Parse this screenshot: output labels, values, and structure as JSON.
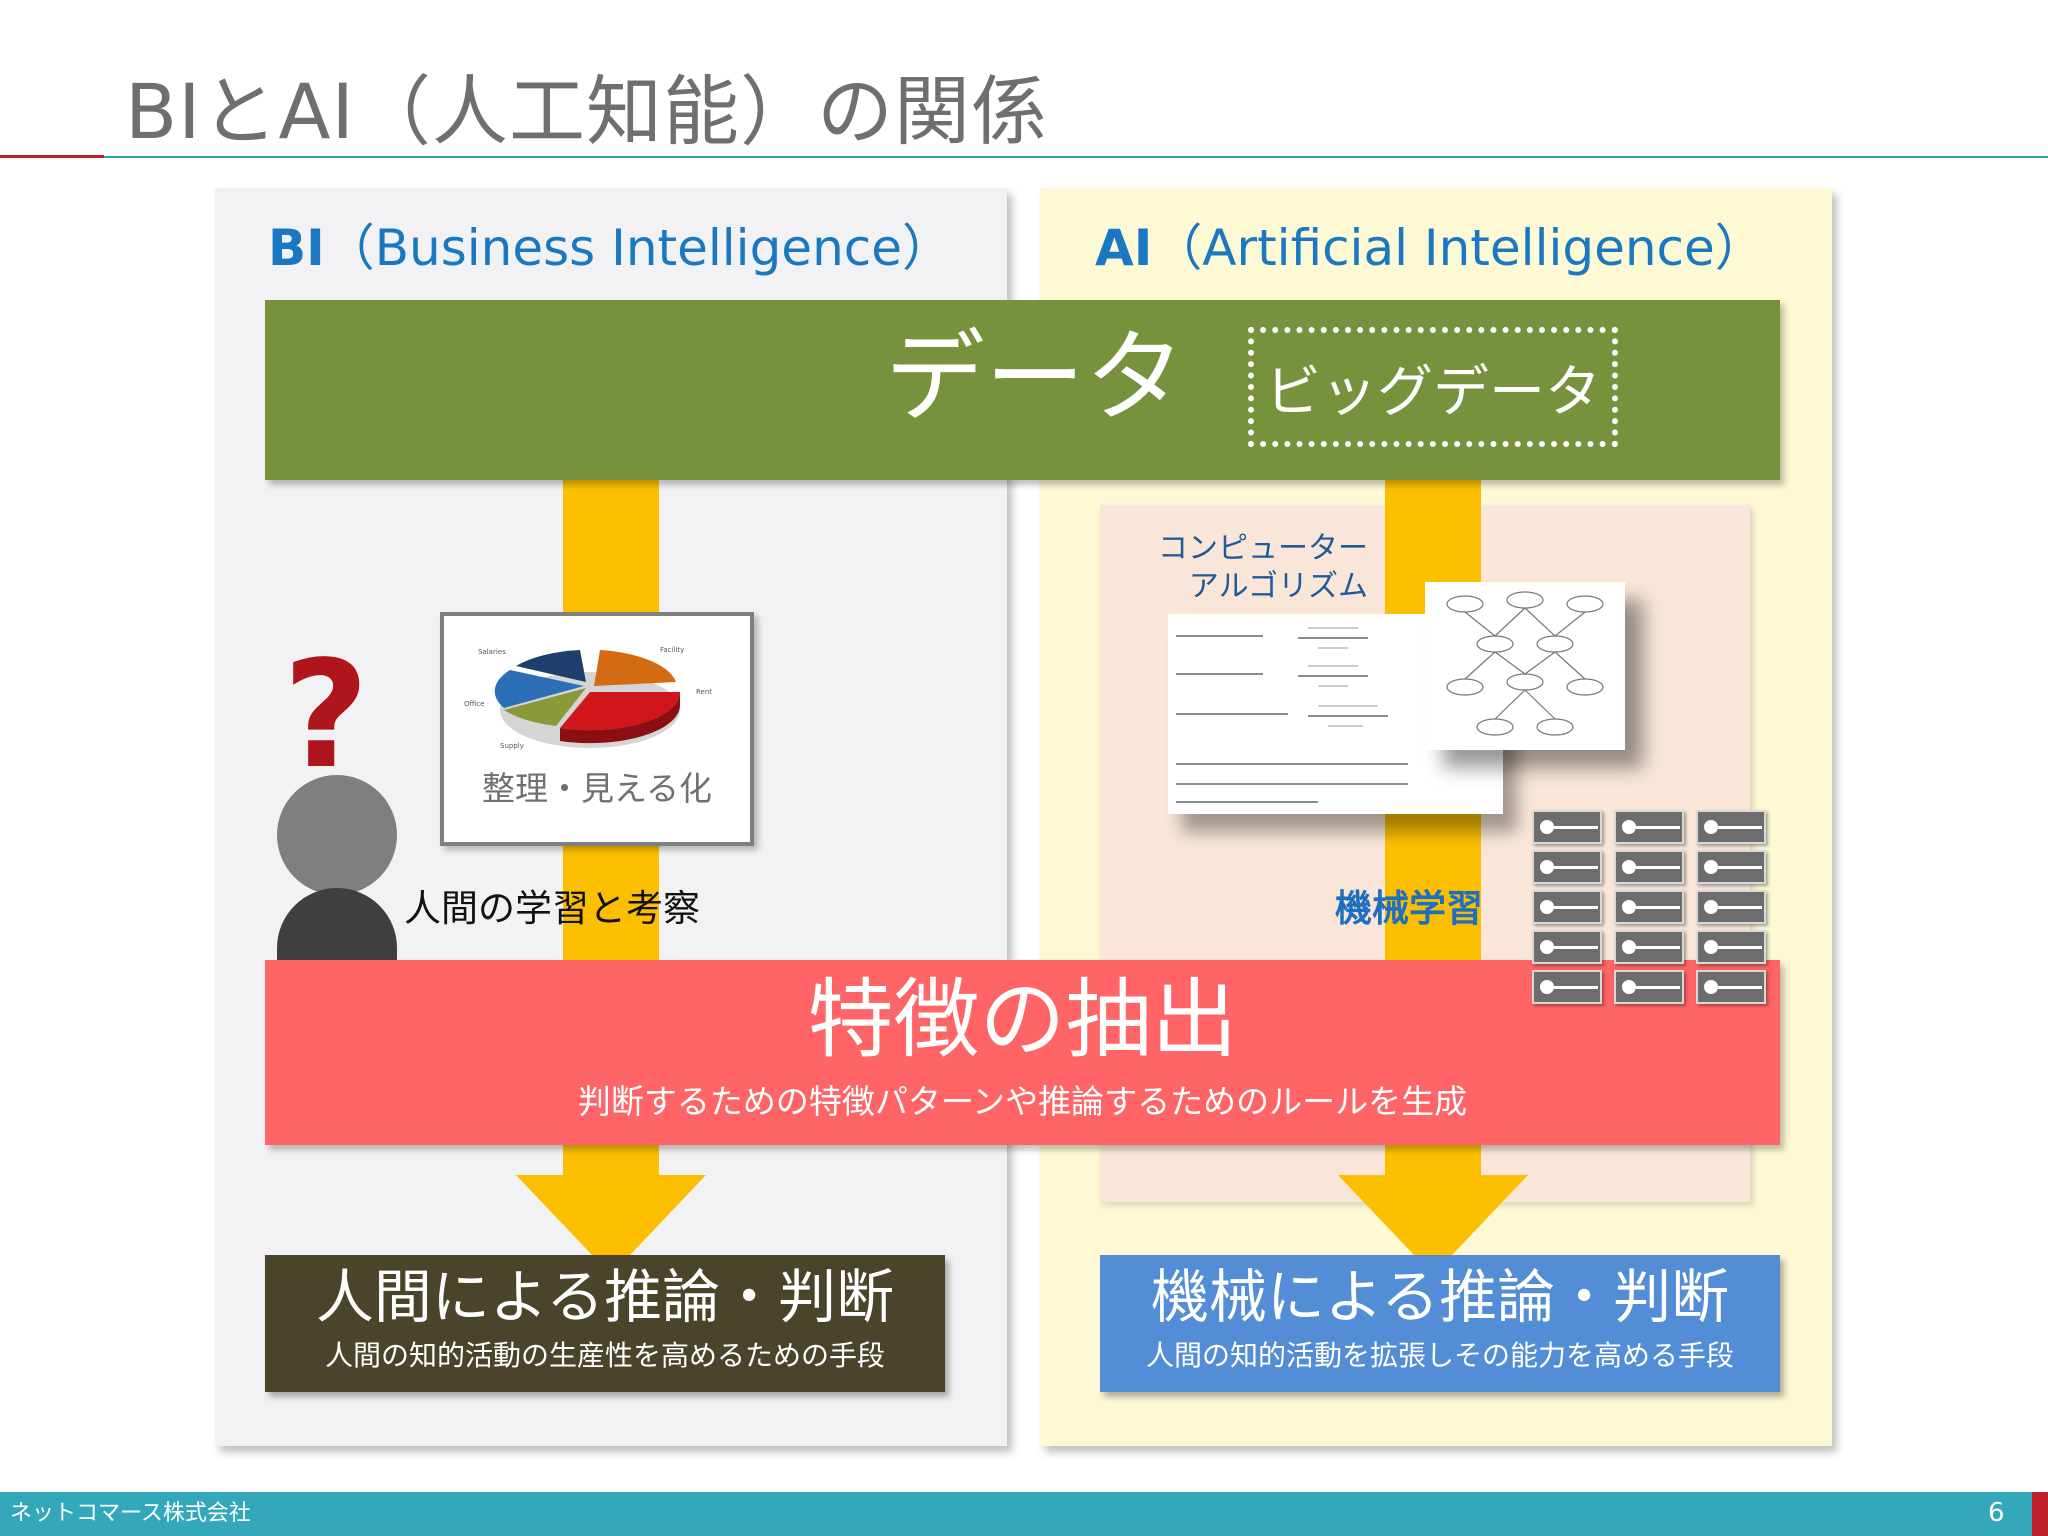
{
  "slide": {
    "title": "BIとAI（人工知能）の関係",
    "page_number": "6",
    "company": "ネットコマース株式会社"
  },
  "bi_panel": {
    "abbr": "BI",
    "full_name": "（Business Intelligence）"
  },
  "ai_panel": {
    "abbr": "AI",
    "full_name": "（Artificial Intelligence）"
  },
  "data_band": {
    "label": "データ",
    "big_data_label": "ビッグデータ"
  },
  "bi_flow": {
    "chart_caption": "整理・見える化",
    "human_learning": "人間の学習と考察",
    "question_mark": "?"
  },
  "ai_flow": {
    "algorithm_label_line1": "コンピューター",
    "algorithm_label_line2": "アルゴリズム",
    "machine_learning": "機械学習"
  },
  "feature_band": {
    "title": "特徴の抽出",
    "subtitle": "判断するための特徴パターンや推論するためのルールを生成"
  },
  "outcomes": {
    "human": {
      "title": "人間による推論・判断",
      "subtitle": "人間の知的活動の生産性を高めるための手段"
    },
    "machine": {
      "title": "機械による推論・判断",
      "subtitle": "人間の知的活動を拡張しその能力を高める手段"
    }
  },
  "colors": {
    "data_band": "#76923c",
    "arrow": "#fbbf00",
    "feature_band": "#ff6466",
    "human_box": "#4a452a",
    "machine_box": "#538dd5",
    "accent_blue": "#1a78c2",
    "footer": "#33a8ba"
  },
  "icons": {
    "person": "person-icon",
    "question": "question-mark-icon",
    "pie_chart": "pie-chart-icon",
    "servers": "server-rack-icon"
  }
}
